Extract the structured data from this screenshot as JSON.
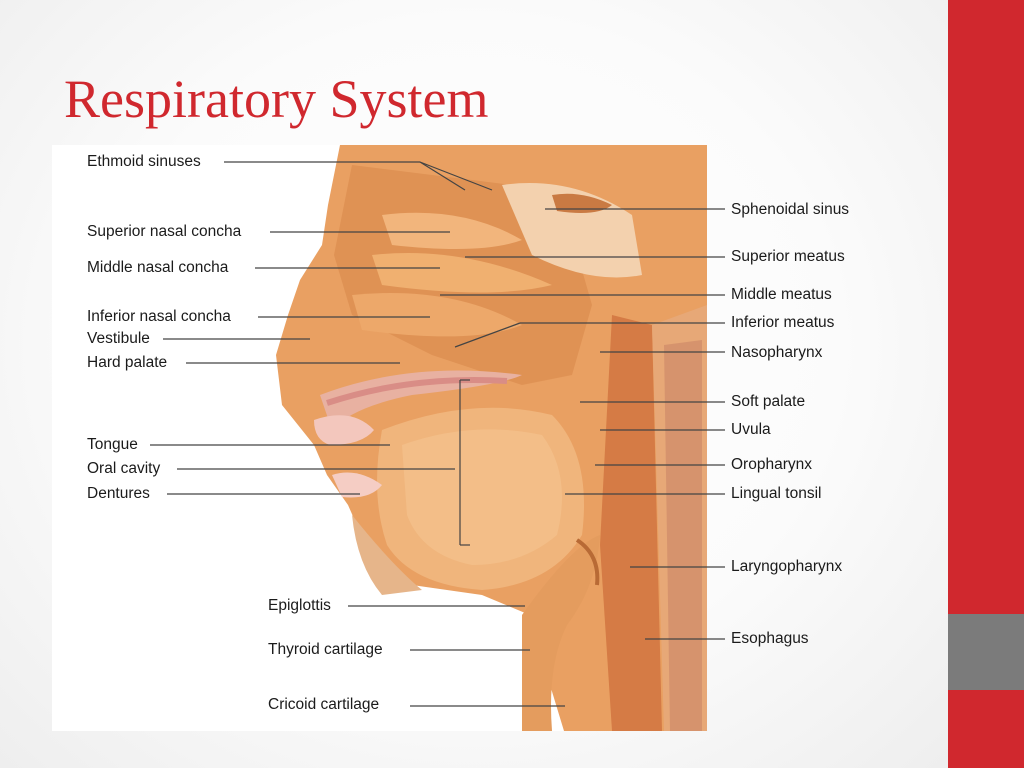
{
  "slide": {
    "title": "Respiratory System",
    "accent_color": "#d0282e",
    "side_gray": "#7b7b7b"
  },
  "figure": {
    "labels_left": {
      "ethmoid_sinuses": "Ethmoid sinuses",
      "superior_nasal_concha": "Superior nasal concha",
      "middle_nasal_concha": "Middle nasal concha",
      "inferior_nasal_concha": "Inferior nasal concha",
      "vestibule": "Vestibule",
      "hard_palate": "Hard palate",
      "tongue": "Tongue",
      "oral_cavity": "Oral cavity",
      "dentures": "Dentures",
      "epiglottis": "Epiglottis",
      "thyroid_cartilage": "Thyroid cartilage",
      "cricoid_cartilage": "Cricoid cartilage"
    },
    "labels_right": {
      "sphenoidal_sinus": "Sphenoidal sinus",
      "superior_meatus": "Superior meatus",
      "middle_meatus": "Middle meatus",
      "inferior_meatus": "Inferior meatus",
      "nasopharynx": "Nasopharynx",
      "soft_palate": "Soft palate",
      "uvula": "Uvula",
      "oropharynx": "Oropharynx",
      "lingual_tonsil": "Lingual tonsil",
      "laryngopharynx": "Laryngopharynx",
      "esophagus": "Esophagus"
    }
  }
}
